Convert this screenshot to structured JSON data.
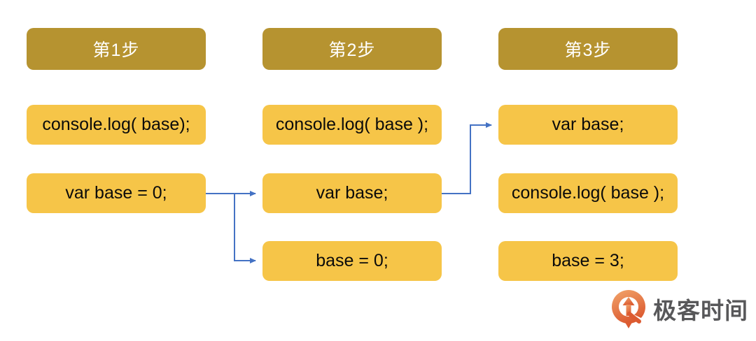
{
  "columns": [
    {
      "header": "第1步",
      "boxes": [
        "console.log( base);",
        "var base = 0;"
      ]
    },
    {
      "header": "第2步",
      "boxes": [
        "console.log( base );",
        "var base;",
        "base = 0;"
      ]
    },
    {
      "header": "第3步",
      "boxes": [
        "var base;",
        "console.log( base );",
        "base = 3;"
      ]
    }
  ],
  "arrows": [
    {
      "from": "step1 var base = 0;",
      "to": "step2 var base;"
    },
    {
      "from": "step1 var base = 0;",
      "to": "step2 base = 0;"
    },
    {
      "from": "step2 var base;",
      "to": "step3 var base;"
    }
  ],
  "logo": {
    "text": "极客时间"
  },
  "colors": {
    "header_bg": "#B69330",
    "header_text": "#FFFFFF",
    "box_bg": "#F6C548",
    "box_text": "#0B0B0B",
    "arrow": "#4472C4",
    "logo_text": "#58585A",
    "logo_orange_light": "#F2A56B",
    "logo_orange_dark": "#DC5B31",
    "background": "#FFFFFF"
  }
}
